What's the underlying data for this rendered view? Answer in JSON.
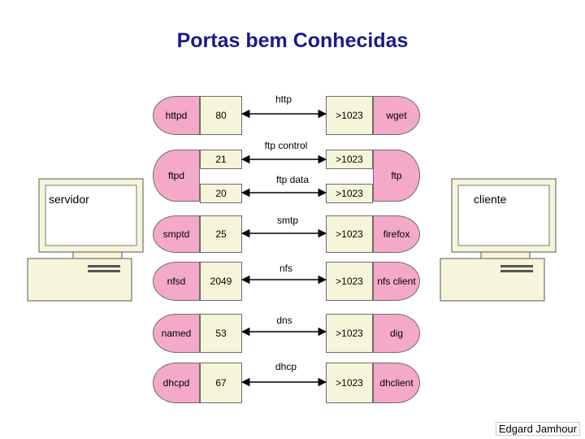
{
  "title": "Portas bem Conhecidas",
  "server_label": "servidor",
  "client_label": "cliente",
  "author": "Edgard Jamhour",
  "connections": [
    {
      "protocol": "http",
      "server_proc": "httpd",
      "server_port": "80",
      "client_port": ">1023",
      "client_proc": "wget"
    },
    {
      "protocol": "ftp control",
      "server_proc": "ftpd",
      "server_port": "21",
      "client_port": ">1023",
      "client_proc": "ftp"
    },
    {
      "protocol": "ftp data",
      "server_port": "20",
      "client_port": ">1023"
    },
    {
      "protocol": "smtp",
      "server_proc": "smptd",
      "server_port": "25",
      "client_port": ">1023",
      "client_proc": "firefox"
    },
    {
      "protocol": "nfs",
      "server_proc": "nfsd",
      "server_port": "2049",
      "client_port": ">1023",
      "client_proc": "nfs client"
    },
    {
      "protocol": "dns",
      "server_proc": "named",
      "server_port": "53",
      "client_port": ">1023",
      "client_proc": "dig"
    },
    {
      "protocol": "dhcp",
      "server_proc": "dhcpd",
      "server_port": "67",
      "client_port": ">1023",
      "client_proc": "dhclient"
    }
  ]
}
